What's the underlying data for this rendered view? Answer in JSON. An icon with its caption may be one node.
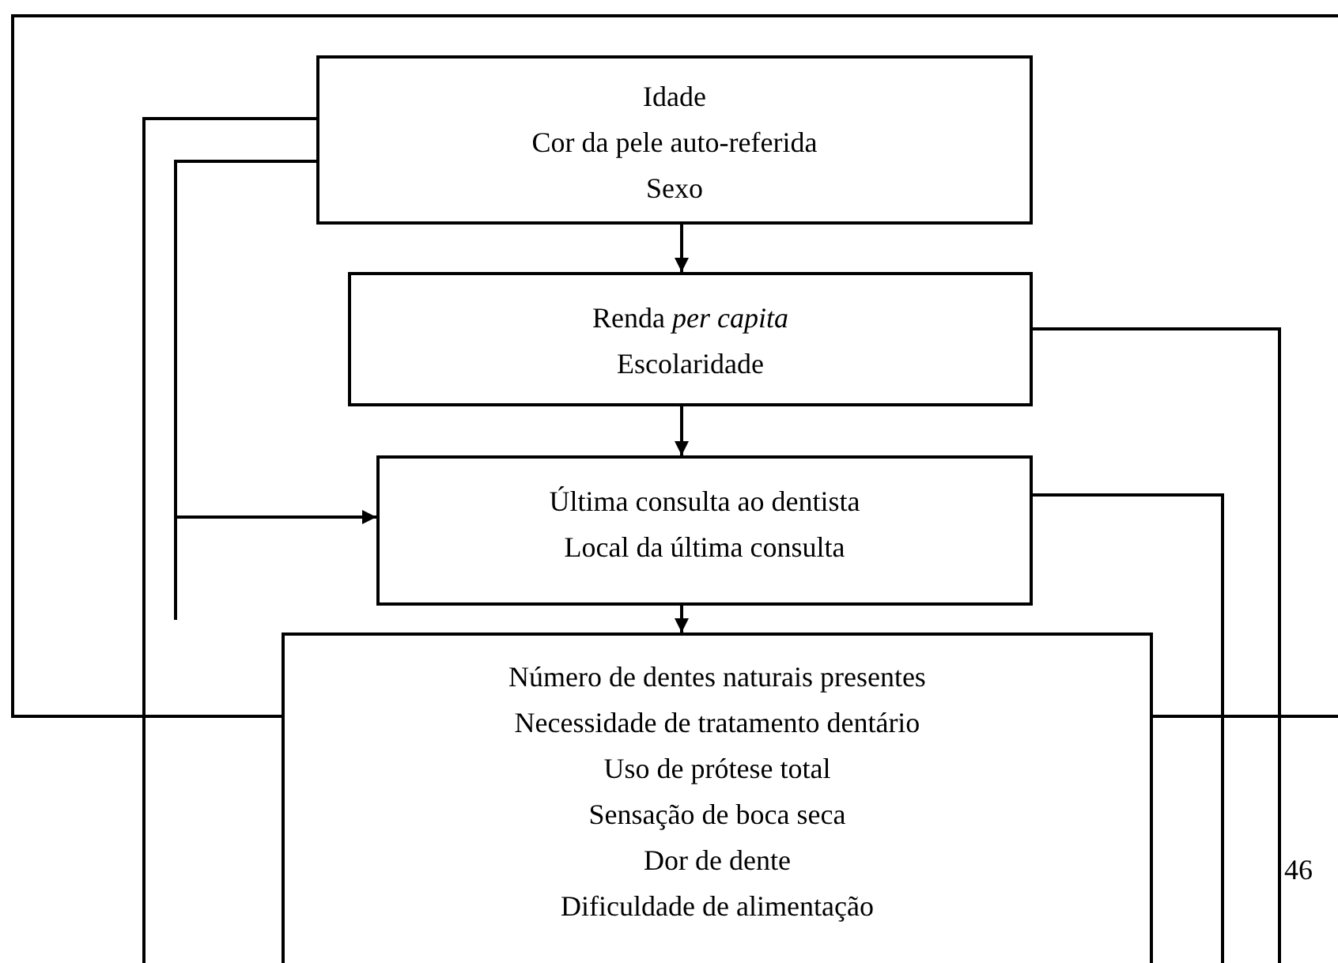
{
  "diagram": {
    "nodes": [
      {
        "text": [
          "Idade",
          "Cor da pele auto-referida",
          "Sexo"
        ]
      },
      {
        "text": [
          "Renda *per capita*",
          "Escolaridade"
        ]
      },
      {
        "text": [
          "Última consulta ao dentista",
          "Local da última consulta"
        ]
      },
      {
        "text": [
          "Número de dentes naturais presentes",
          "Necessidade de tratamento dentário",
          "Uso de prótese total",
          "Sensação de boca seca",
          "Dor de dente",
          "Dificuldade de alimentação"
        ]
      }
    ],
    "edges": [
      {
        "from": 0,
        "to": 1,
        "arrow": "to"
      },
      {
        "from": 1,
        "to": 2,
        "arrow": "to"
      },
      {
        "from": 2,
        "to": 3,
        "arrow": "to"
      },
      {
        "from": 0,
        "to": null,
        "arrow": "none"
      },
      {
        "from": 0,
        "to": 2,
        "arrow": "to"
      },
      {
        "from": 1,
        "to": null,
        "arrow": "none"
      },
      {
        "from": 2,
        "to": null,
        "arrow": "none"
      }
    ],
    "labels": [
      "46"
    ]
  }
}
